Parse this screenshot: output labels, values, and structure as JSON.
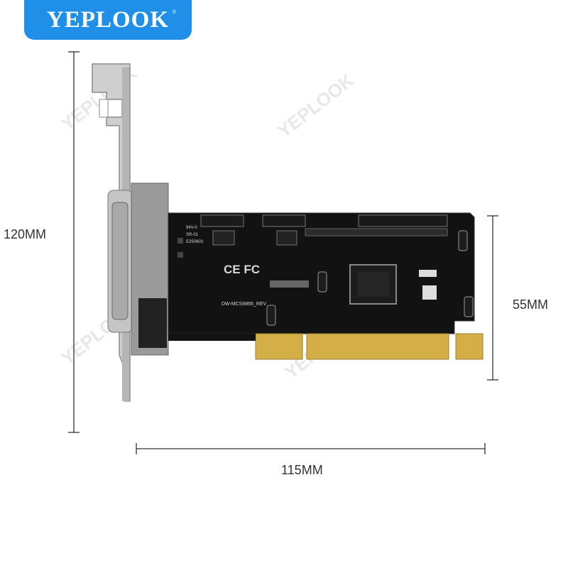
{
  "brand": {
    "name": "YEPLOOK",
    "registered_mark": "®",
    "badge_color": "#1f8fe8"
  },
  "dimensions": {
    "height_bracket": "120MM",
    "height_board": "55MM",
    "width": "115MM"
  },
  "board": {
    "silkscreen_lines": [
      "94V-0",
      "SR-01",
      "E250603",
      "CE FC",
      "DW-MCS9865_REV"
    ],
    "pcb_color": "#111111",
    "gold_contact_color": "#d9b44a",
    "bracket_color": "#c9c9c9"
  },
  "watermark": "YEPLOOK"
}
